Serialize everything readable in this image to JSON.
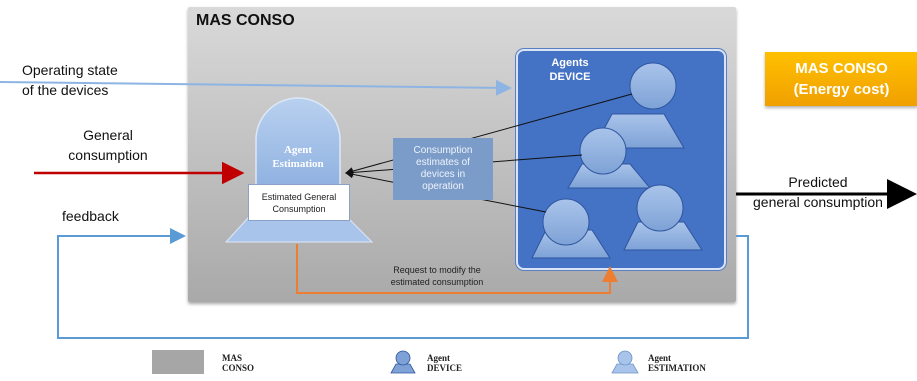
{
  "diagram": {
    "title": "MAS CONSO",
    "inputs": {
      "operating_state": [
        "Operating state",
        "of the devices"
      ],
      "general_consumption": [
        "General",
        "consumption"
      ],
      "feedback": "feedback"
    },
    "output": {
      "predicted": [
        "Predicted",
        "general consumption"
      ]
    },
    "agent_estimation": {
      "label": [
        "Agent",
        "Estimation"
      ],
      "box": [
        "Estimated General",
        "Consumption"
      ]
    },
    "consumption_estimates": [
      "Consumption",
      "estimates of",
      "devices in",
      "operation"
    ],
    "agents_device_label": [
      "Agents",
      "DEVICE"
    ],
    "request_label": [
      "Request to modify the",
      "estimated consumption"
    ],
    "cost_box": [
      "MAS CONSO",
      "(Energy cost)"
    ],
    "colors": {
      "state_line": "#8eb4e3",
      "consumption_arrow": "#c00000",
      "feedback_line": "#5b9bd5",
      "request_arrow": "#ed7d31",
      "device_panel": "#4472c4",
      "cost_box": "#ffc000"
    }
  },
  "legend": [
    {
      "label": [
        "MAS",
        "CONSO"
      ],
      "icon": "gray-box"
    },
    {
      "label": [
        "Agent",
        "DEVICE"
      ],
      "icon": "agent-device-icon"
    },
    {
      "label": [
        "Agent",
        "ESTIMATION"
      ],
      "icon": "agent-estimation-icon"
    }
  ]
}
